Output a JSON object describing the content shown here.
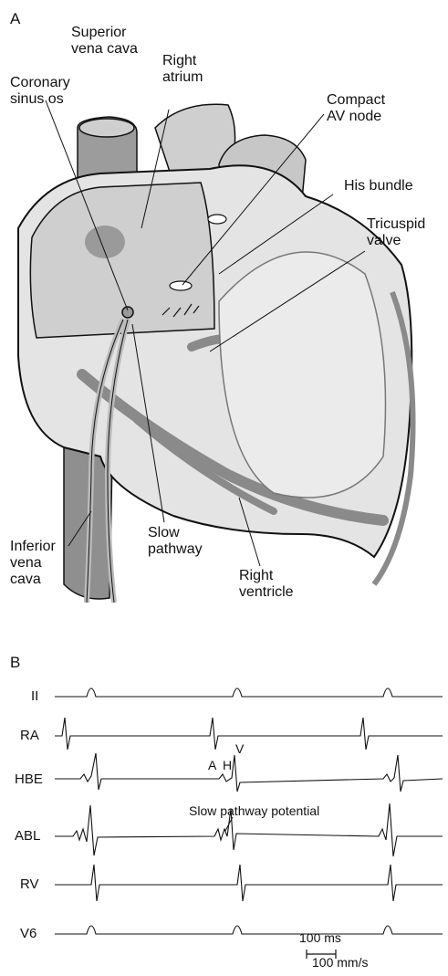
{
  "panel_a": {
    "letter": "A",
    "labels": {
      "svc": "Superior\nvena cava",
      "ra": "Right\natrium",
      "cs": "Coronary\nsinus os",
      "avn": "Compact\nAV node",
      "his": "His bundle",
      "tv": "Tricuspid\nvalve",
      "ivc": "Inferior\nvena\ncava",
      "sp": "Slow\npathway",
      "rv": "Right\nventricle"
    }
  },
  "panel_b": {
    "letter": "B",
    "traces": [
      "II",
      "RA",
      "HBE",
      "ABL",
      "RV",
      "V6"
    ],
    "annotations": {
      "a": "A",
      "h": "H",
      "v": "V",
      "slow_pathway_potential": "Slow pathway potential",
      "scale_bar": "100 ms",
      "speed": "100 mm/s"
    }
  },
  "colors": {
    "heart_fill": "#d9d9d9",
    "heart_dark": "#8f8f8f",
    "heart_light": "#ececec",
    "line": "#111111"
  }
}
